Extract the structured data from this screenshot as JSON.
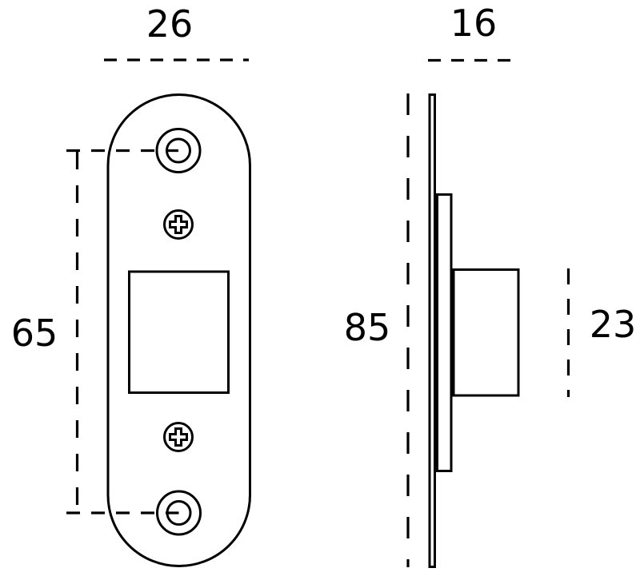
{
  "drawing": {
    "kind": "technical-dimension-drawing",
    "line_color": "#000000",
    "background_color": "#ffffff"
  },
  "dimensions": {
    "front_width": "26",
    "side_depth": "16",
    "hole_spacing": "65",
    "plate_height": "85",
    "latch_height": "23"
  }
}
